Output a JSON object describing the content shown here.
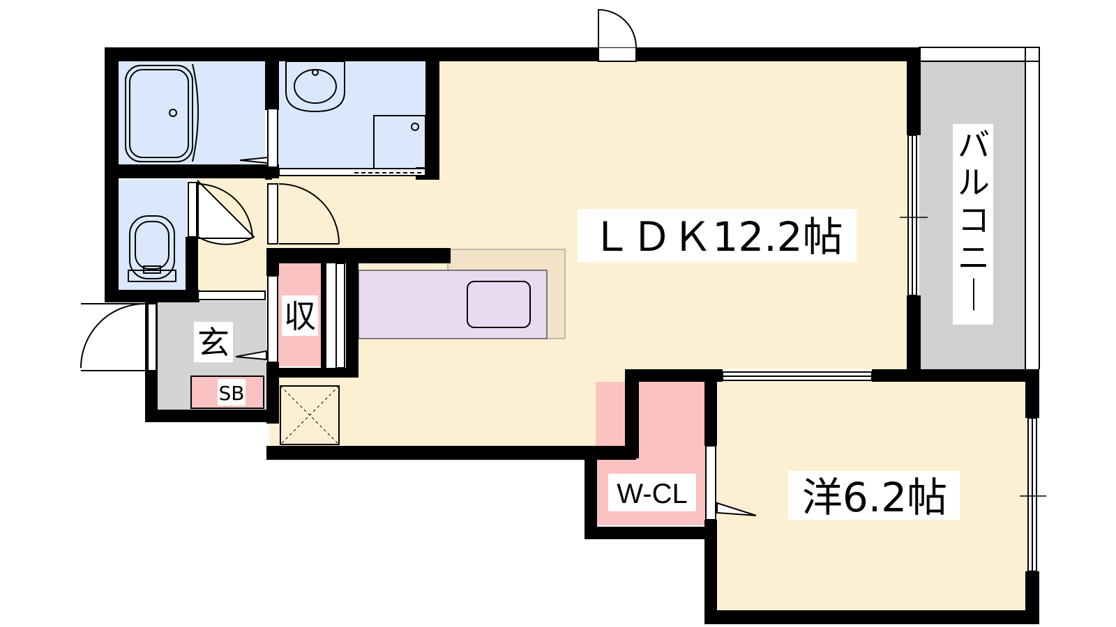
{
  "labels": {
    "ldk": "ＬＤＫ12.2帖",
    "western_room": "洋6.2帖",
    "balcony": "バルコニー",
    "entrance": "玄",
    "storage": "収",
    "shoe_box": "SB",
    "walk_in_closet": "W-CL"
  },
  "colors": {
    "wall": "#000000",
    "living": "#fdf0d2",
    "wet_area": "#dbe8fb",
    "entrance_floor": "#d4d4d4",
    "storage": "#fbc2c2",
    "kitchen": "#e8dbf1",
    "counter": "#f2e2c8",
    "balcony": "#d0d0d0"
  }
}
